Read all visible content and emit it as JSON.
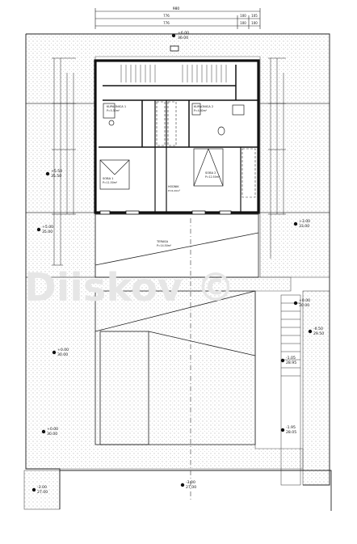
{
  "top_dimensions": {
    "overall": "980",
    "segments_row1": [
      "776",
      "100",
      "105"
    ],
    "segments_row2": [
      "776",
      "100",
      "100"
    ]
  },
  "level_markers": [
    {
      "id": "roof",
      "a": "+6.00",
      "b": "36.00"
    },
    {
      "id": "house-left",
      "a": "+5.00",
      "b": "35.00"
    },
    {
      "id": "house-right",
      "a": "+3.00",
      "b": "33.00"
    },
    {
      "id": "lower-left-1",
      "a": "+0.00",
      "b": "30.00"
    },
    {
      "id": "lower-left-2",
      "a": "+0.00",
      "b": "30.00"
    },
    {
      "id": "right-1",
      "a": "+0.00",
      "b": "30.00"
    },
    {
      "id": "right-2",
      "a": "-0.50",
      "b": "29.50"
    },
    {
      "id": "right-3",
      "a": "-1.05",
      "b": "28.95"
    },
    {
      "id": "right-4",
      "a": "-1.95",
      "b": "28.05"
    },
    {
      "id": "bottom-left",
      "a": "-3.00",
      "b": "27.00"
    },
    {
      "id": "bottom-center",
      "a": "-3.00",
      "b": "27.00"
    },
    {
      "id": "left-wall",
      "a": "+5.50",
      "b": "35.50"
    }
  ],
  "rooms": [
    {
      "id": "kupaonica-1",
      "name": "KUPAONICA 1",
      "area": "P=5.30m²"
    },
    {
      "id": "kupaonica-2",
      "name": "KUPAONICA 2",
      "area": "P=4.80m²"
    },
    {
      "id": "soba-1",
      "name": "SOBA 1",
      "area": "P=11.50m²"
    },
    {
      "id": "soba-2",
      "name": "SOBA 2",
      "area": "P=12.50m²"
    },
    {
      "id": "hodnik",
      "name": "HODNIK",
      "area": "P=6.20m²"
    },
    {
      "id": "terasa",
      "name": "TERASA",
      "area": "P=14.50m²"
    }
  ],
  "watermark": "Diiskov ©"
}
